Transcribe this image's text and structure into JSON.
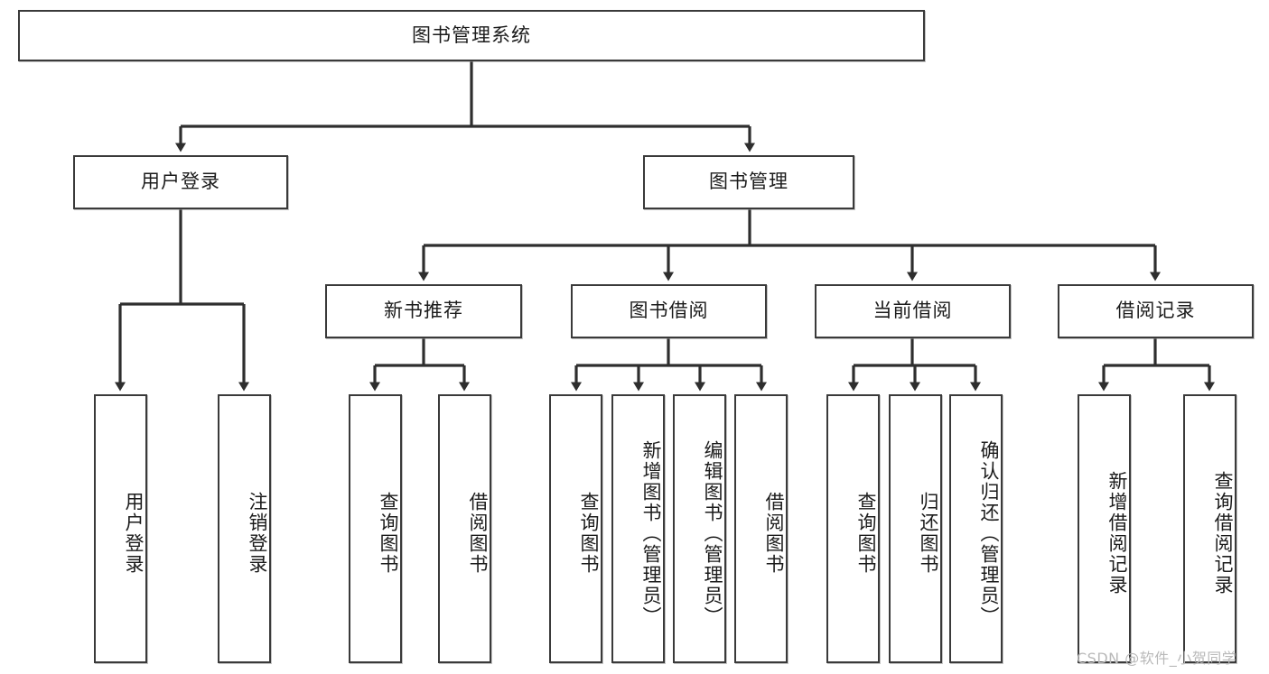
{
  "diagram": {
    "title": "图书管理系统",
    "type": "tree-structure-chart",
    "watermark": "CSDN @软件_小贺同学",
    "colors": {
      "box_border": "#3a3a3a",
      "box_fill": "#ffffff",
      "connector": "#2e2e2e",
      "watermark": "#b9b9b9",
      "page_background": "#ffffff"
    }
  },
  "nodes": {
    "root": {
      "label": "图书管理系统",
      "orientation": "horizontal"
    },
    "level2": [
      {
        "label": "用户登录",
        "orientation": "horizontal"
      },
      {
        "label": "图书管理",
        "orientation": "horizontal"
      }
    ],
    "level3": [
      {
        "label": "新书推荐",
        "orientation": "horizontal"
      },
      {
        "label": "图书借阅",
        "orientation": "horizontal"
      },
      {
        "label": "当前借阅",
        "orientation": "horizontal"
      },
      {
        "label": "借阅记录",
        "orientation": "horizontal"
      }
    ],
    "leaves": {
      "user_login": [
        {
          "label": "用户登录",
          "orientation": "vertical"
        },
        {
          "label": "注销登录",
          "orientation": "vertical"
        }
      ],
      "new_book_recommend": [
        {
          "label": "查询图书",
          "orientation": "vertical"
        },
        {
          "label": "借阅图书",
          "orientation": "vertical"
        }
      ],
      "book_borrow": [
        {
          "label": "查询图书",
          "orientation": "vertical"
        },
        {
          "label": "新增图书（管理员）",
          "orientation": "vertical"
        },
        {
          "label": "编辑图书（管理员）",
          "orientation": "vertical"
        },
        {
          "label": "借阅图书",
          "orientation": "vertical"
        }
      ],
      "current_borrow": [
        {
          "label": "查询图书",
          "orientation": "vertical"
        },
        {
          "label": "归还图书",
          "orientation": "vertical"
        },
        {
          "label": "确认归还（管理员）",
          "orientation": "vertical"
        }
      ],
      "borrow_record": [
        {
          "label": "新增借阅记录",
          "orientation": "vertical"
        },
        {
          "label": "查询借阅记录",
          "orientation": "vertical"
        }
      ]
    }
  }
}
